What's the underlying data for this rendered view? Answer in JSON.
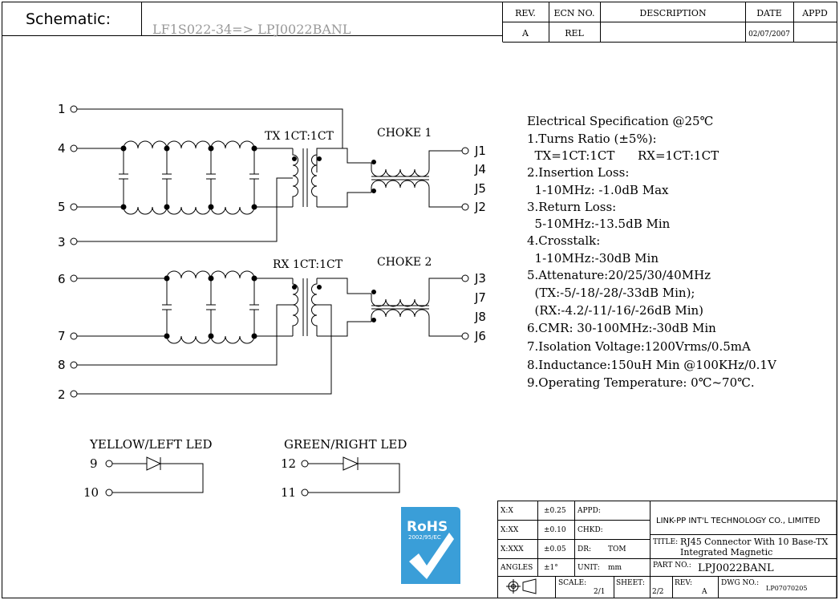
{
  "header": {
    "schematic_label": "Schematic:",
    "part_mapping": "LF1S022-34=> LPJ0022BANL",
    "revision_table": {
      "headers": [
        "REV.",
        "ECN NO.",
        "DESCRIPTION",
        "DATE",
        "APPD"
      ],
      "row": [
        "A",
        "REL",
        "",
        "02/07/2007",
        ""
      ]
    }
  },
  "circuit": {
    "pins_left": [
      "1",
      "4",
      "5",
      "3",
      "6",
      "7",
      "8",
      "2"
    ],
    "pins_right": [
      "J1",
      "J4",
      "J5",
      "J2",
      "J3",
      "J7",
      "J8",
      "J6"
    ],
    "tx_transformer": "TX 1CT:1CT",
    "rx_transformer": "RX 1CT:1CT",
    "choke1": "CHOKE 1",
    "choke2": "CHOKE 2"
  },
  "leds": {
    "yellow": {
      "label": "YELLOW/LEFT LED",
      "pin_a": "9",
      "pin_b": "10"
    },
    "green": {
      "label": "GREEN/RIGHT LED",
      "pin_a": "12",
      "pin_b": "11"
    }
  },
  "spec": {
    "title": "Electrical Specification @25℃",
    "lines": [
      "1.Turns Ratio (±5%):",
      "  TX=1CT:1CT      RX=1CT:1CT",
      "2.Insertion Loss:",
      "  1-10MHz: -1.0dB Max",
      "3.Return Loss:",
      "  5-10MHz:-13.5dB Min",
      "4.Crosstalk:",
      "  1-10MHz:-30dB Min",
      "5.Attenature:20/25/30/40MHz",
      "  (TX:-5/-18/-28/-33dB Min);",
      "  (RX:-4.2/-11/-16/-26dB Min)",
      "6.CMR: 30-100MHz:-30dB Min",
      "7.Isolation Voltage:1200Vrms/0.5mA",
      "8.Inductance:150uH Min @100KHz/0.1V",
      "9.Operating Temperature: 0℃~70℃."
    ]
  },
  "rohs": {
    "title": "RoHS",
    "sub": "2002/95/EC",
    "color": "#3a9ed8"
  },
  "title_block": {
    "tol_x": "X:X",
    "tol_x_val": "±0.25",
    "tol_xx": "X:XX",
    "tol_xx_val": "±0.10",
    "tol_xxx": "X:XXX",
    "tol_xxx_val": "±0.05",
    "angles": "ANGLES",
    "angles_val": "±1°",
    "appd": "APPD:",
    "chkd": "CHKD:",
    "dr": "DR:",
    "dr_val": "TOM",
    "unit": "UNIT:",
    "unit_val": "mm",
    "company": "LINK-PP INT'L TECHNOLOGY CO., LIMITED",
    "title_label": "TITLE:",
    "title_l1": "RJ45 Connector With 10 Base-TX",
    "title_l2": "Integrated Magnetic",
    "part_no_label": "PART NO.:",
    "part_no": "LPJ0022BANL",
    "scale_label": "SCALE:",
    "scale_val": "2/1",
    "sheet_label": "SHEET:",
    "sheet_val": "2/2",
    "rev_label": "REV:",
    "rev_val": "A",
    "dwg_label": "DWG NO.:",
    "dwg_val": "LP07070205"
  }
}
